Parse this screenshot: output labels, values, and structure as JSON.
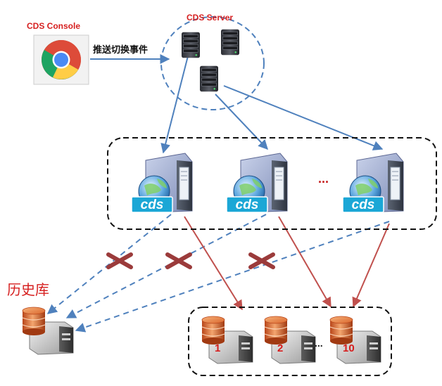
{
  "console": {
    "label": "CDS Console"
  },
  "server": {
    "label": "CDS Server"
  },
  "push_event": {
    "label": "推送切换事件"
  },
  "history_db": {
    "label": "历史库"
  },
  "cds_logo_text": "cds",
  "ellipsis": "...",
  "databases": [
    "1",
    "2",
    "10"
  ],
  "colors": {
    "label_red": "#d62020",
    "blue_arrow": "#4f81bd",
    "red_arrow": "#c0504d",
    "cross_mark": "#9b3b3b"
  }
}
